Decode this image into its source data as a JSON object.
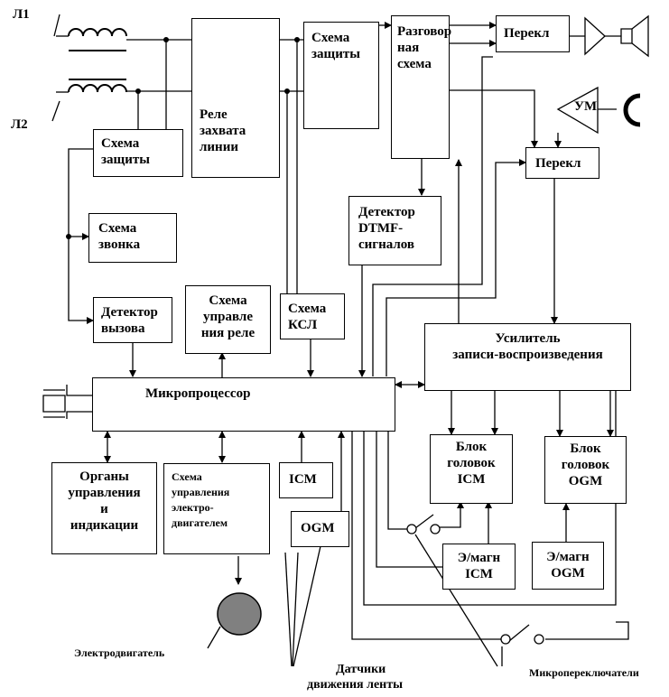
{
  "labels": {
    "line1": "Л1",
    "line2": "Л2",
    "motor": "Электродвигатель",
    "sensors_line1": "Датчики",
    "sensors_line2": "движения ленты",
    "microswitches": "Микропереключатели",
    "amp_um": "УМ"
  },
  "blocks": {
    "protect_top": [
      "Схема",
      "защиты"
    ],
    "protect_left": [
      "Схема",
      "защиты"
    ],
    "relay": [
      "Реле",
      "захвата",
      "линии"
    ],
    "talk": [
      "Разговор",
      "ная",
      "схема"
    ],
    "switch_top": [
      "Перекл"
    ],
    "switch_mid": [
      "Перекл"
    ],
    "dtmf": [
      "Детектор",
      "DTMF-",
      "сигналов"
    ],
    "ring": [
      "Схема",
      "звонка"
    ],
    "call_det": [
      "Детектор",
      "вызова"
    ],
    "relay_ctl": [
      "Схема",
      "управле",
      "ния реле"
    ],
    "ksl": [
      "Схема",
      "КСЛ"
    ],
    "amplifier": [
      "Усилитель",
      "записи-воспроизведения"
    ],
    "cpu": [
      "Микропроцессор"
    ],
    "controls": [
      "Органы",
      "управления",
      "и",
      "индикации"
    ],
    "motor_ctl": [
      "Схема",
      "управления",
      "электро-",
      "двигателем"
    ],
    "icm_sensor": [
      "ICM"
    ],
    "ogm_sensor": [
      "OGM"
    ],
    "heads_icm": [
      "Блок",
      "головок",
      "ICM"
    ],
    "heads_ogm": [
      "Блок",
      "головок",
      "OGM"
    ],
    "emag_icm": [
      "Э/магн",
      "ICM"
    ],
    "emag_ogm": [
      "Э/магн",
      "OGM"
    ]
  }
}
